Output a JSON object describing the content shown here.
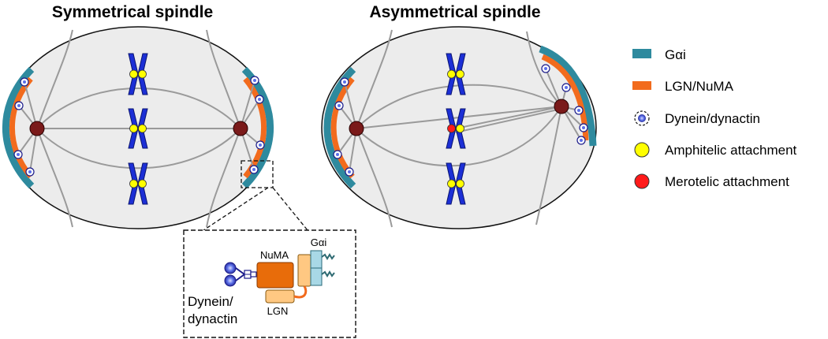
{
  "panels": {
    "left_title": "Symmetrical spindle",
    "right_title": "Asymmetrical spindle"
  },
  "legend": [
    {
      "label": "Gαi",
      "symbol": "teal-bar",
      "color": "#2e8a9e"
    },
    {
      "label": "LGN/NuMA",
      "symbol": "orange-bar",
      "color": "#f26b1d"
    },
    {
      "label": "Dynein/dynactin",
      "symbol": "dynein-icon",
      "color": "#4a5be0"
    },
    {
      "label": "Amphitelic attachment",
      "symbol": "yellow-dot",
      "color": "#ffff00"
    },
    {
      "label": "Merotelic attachment",
      "symbol": "red-dot",
      "color": "#ff1a1a"
    }
  ],
  "inset": {
    "gai": "Gαi",
    "numa": "NuMA",
    "lgn": "LGN",
    "dynein_line1": "Dynein/",
    "dynein_line2": "dynactin"
  },
  "colors": {
    "cell_fill": "#ececec",
    "gai": "#2e8a9e",
    "lgn_numa": "#f26b1d",
    "centrosome": "#7a1a1a",
    "chromosome": "#1c2fd6",
    "amphitelic": "#ffff00",
    "merotelic": "#ff1a1a",
    "microtubule": "#9a9a9a"
  }
}
